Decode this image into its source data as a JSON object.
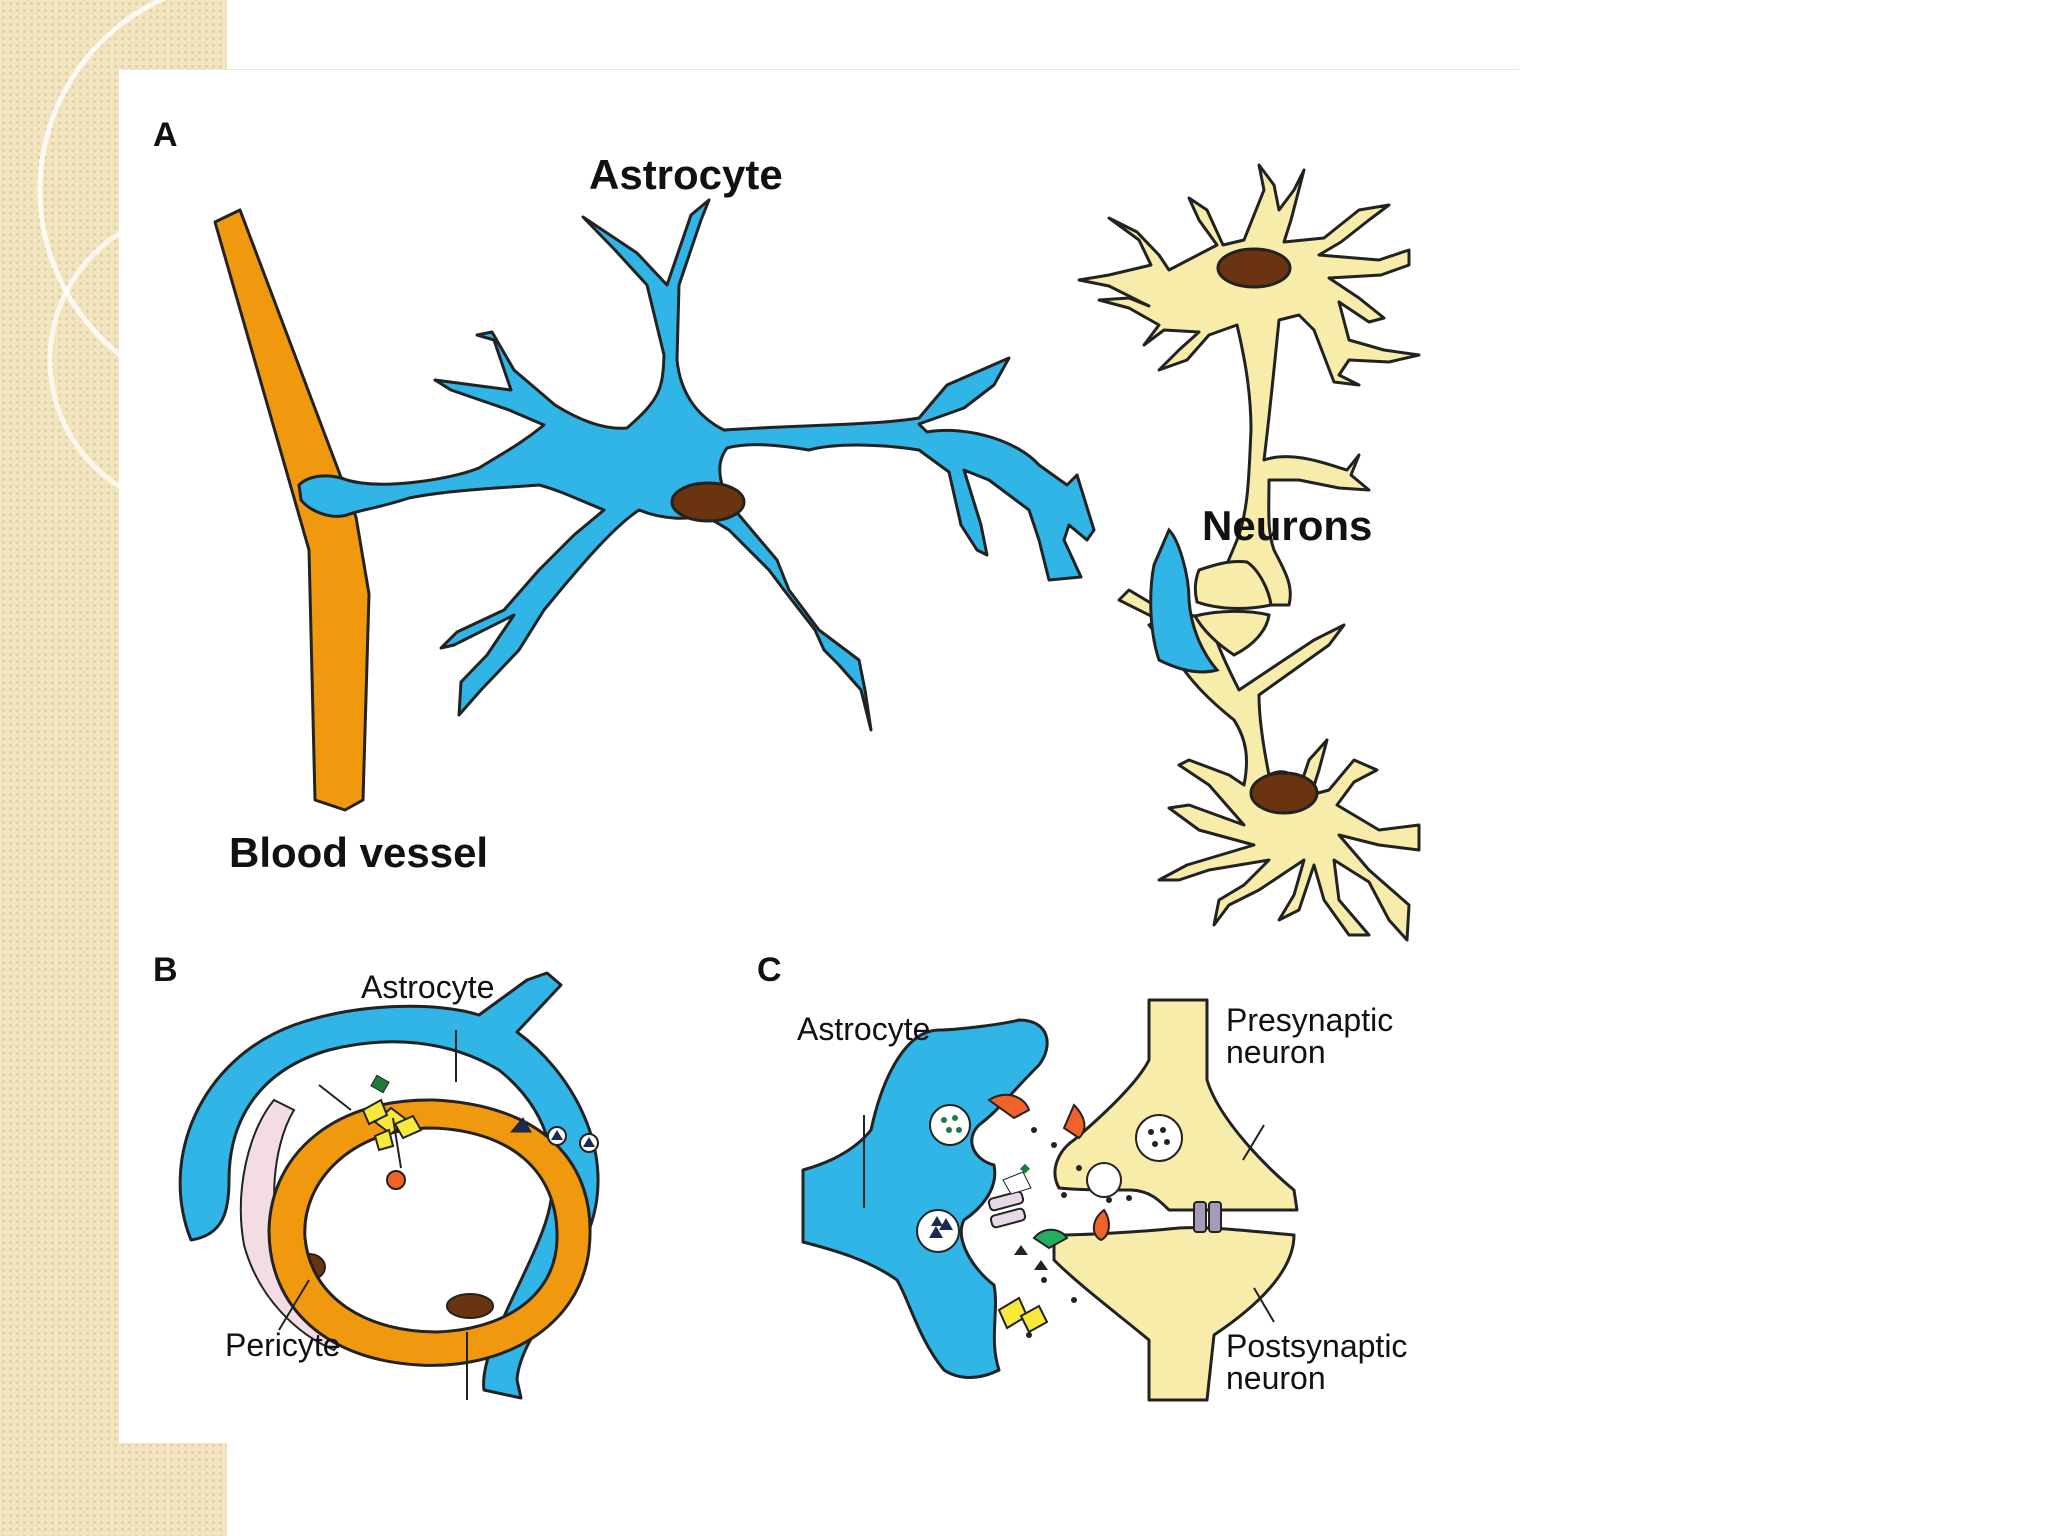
{
  "figure": {
    "panel_a": {
      "letter": "A",
      "astrocyte_label": "Astrocyte",
      "neurons_label": "Neurons",
      "blood_vessel_label": "Blood vessel"
    },
    "panel_b": {
      "letter": "B",
      "astrocyte_label": "Astrocyte",
      "pericyte_label": "Pericyte"
    },
    "panel_c": {
      "letter": "C",
      "astrocyte_label": "Astrocyte",
      "presynaptic_line1": "Presynaptic",
      "presynaptic_line2": "neuron",
      "postsynaptic_line1": "Postsynaptic",
      "postsynaptic_line2": "neuron"
    }
  },
  "colors": {
    "astrocyte": "#31b4e6",
    "neuron": "#f7ecaa",
    "vessel": "#f0990f",
    "nucleus": "#6b3410",
    "pericyte": "#f3dde3",
    "background_strip": "#f3e4c0"
  }
}
